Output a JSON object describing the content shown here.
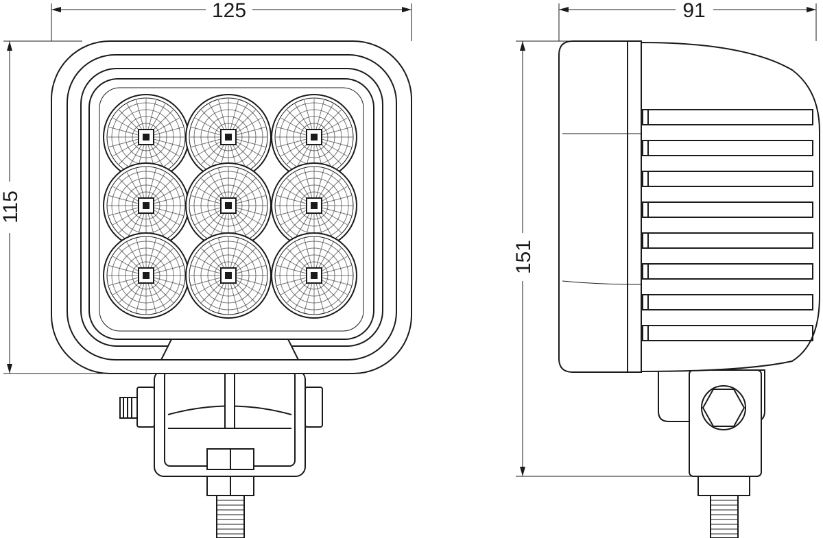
{
  "front_view": {
    "width_label": "125",
    "height_label": "115",
    "led_rows": 3,
    "led_cols": 3
  },
  "side_view": {
    "depth_label": "91",
    "total_height_label": "151",
    "fin_count": 8
  },
  "colors": {
    "line": "#1a1a1a",
    "background": "#ffffff"
  }
}
